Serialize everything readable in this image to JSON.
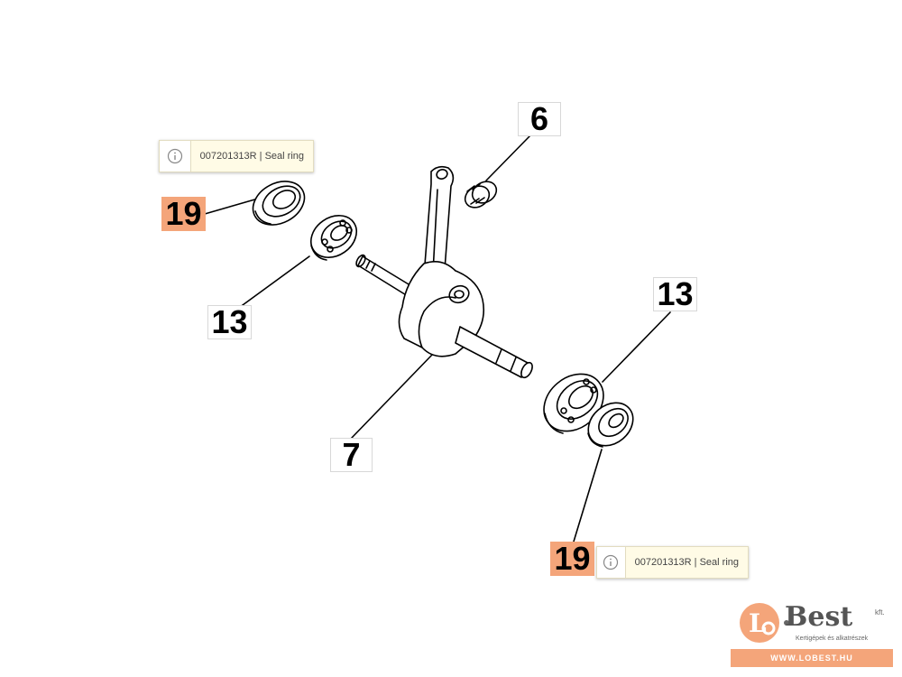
{
  "callouts": {
    "c6": "6",
    "c7": "7",
    "c13_left": "13",
    "c13_right": "13",
    "c19_top": "19",
    "c19_bottom": "19"
  },
  "tooltips": {
    "top": "007201313R | Seal ring",
    "bottom": "007201313R | Seal ring"
  },
  "logo": {
    "name": "Best",
    "kft": "kft.",
    "tagline": "Kertigépek és alkatrészek",
    "url": "WWW.LOBEST.HU"
  },
  "colors": {
    "highlight": "#f4a57a",
    "tooltip_bg": "#fffbe6",
    "line": "#000000"
  },
  "icons": {
    "tooltip": "info-icon",
    "logo": "lo-best-logo"
  }
}
